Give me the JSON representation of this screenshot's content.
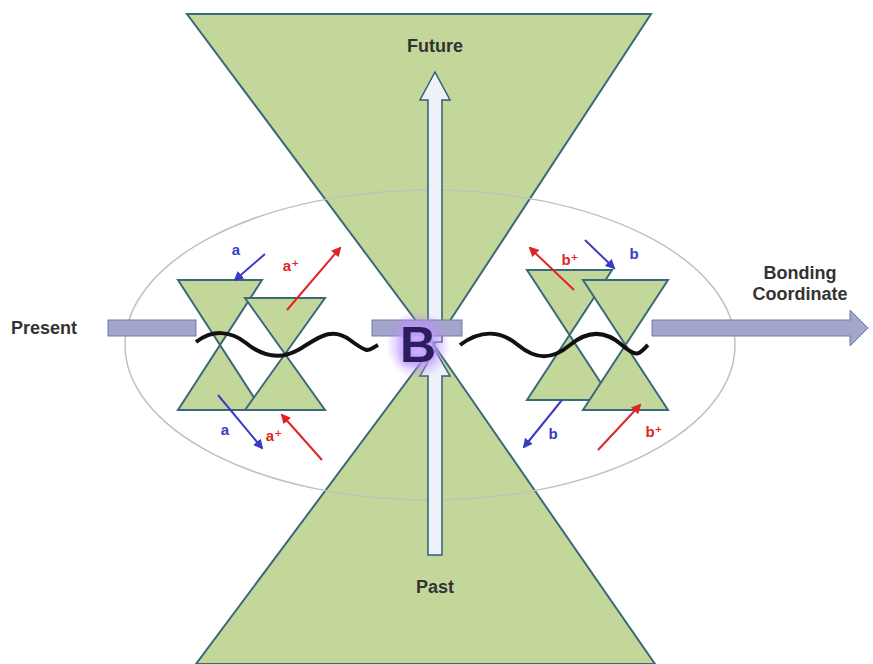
{
  "diagram": {
    "nodes": [
      {
        "text": [
          "B"
        ]
      }
    ],
    "labels": [
      "Future",
      "a",
      "a⁺",
      "b⁺",
      "b",
      "Present",
      "Bonding Coordinate",
      "a",
      "a⁺",
      "b",
      "b⁺",
      "Past"
    ]
  }
}
